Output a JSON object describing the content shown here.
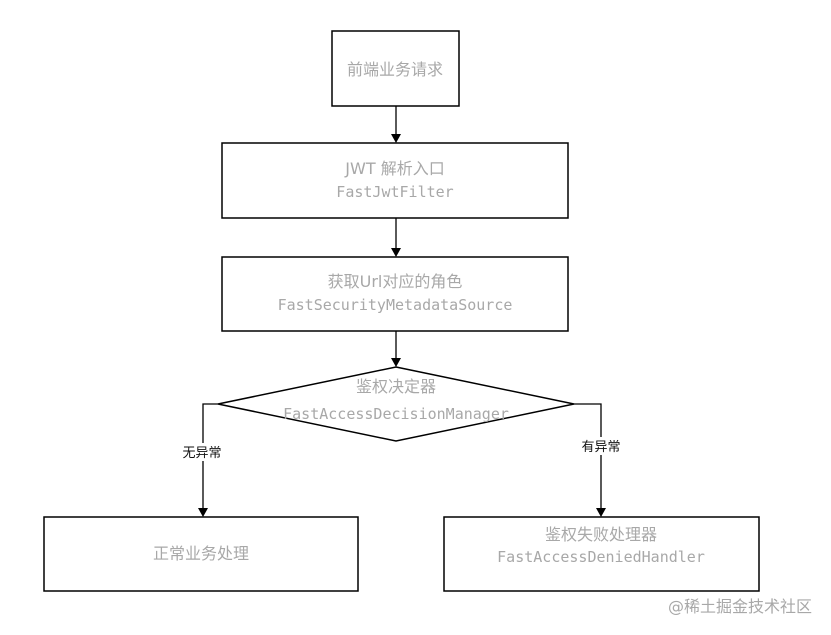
{
  "nodes": {
    "request": {
      "title": "前端业务请求"
    },
    "jwt": {
      "title": "JWT 解析入口",
      "subtitle": "FastJwtFilter"
    },
    "metadata": {
      "title": "获取Url对应的角色",
      "subtitle": "FastSecurityMetadataSource"
    },
    "decision": {
      "title": "鉴权决定器",
      "subtitle": "FastAccessDecisionManager"
    },
    "normal": {
      "title": "正常业务处理"
    },
    "denied": {
      "title": "鉴权失败处理器",
      "subtitle": "FastAccessDeniedHandler"
    }
  },
  "edges": {
    "no_exception": "无异常",
    "has_exception": "有异常"
  },
  "watermark": "@稀土掘金技术社区",
  "colors": {
    "stroke": "#000000",
    "node_text": "#a8a8a8",
    "label_text": "#111111"
  }
}
